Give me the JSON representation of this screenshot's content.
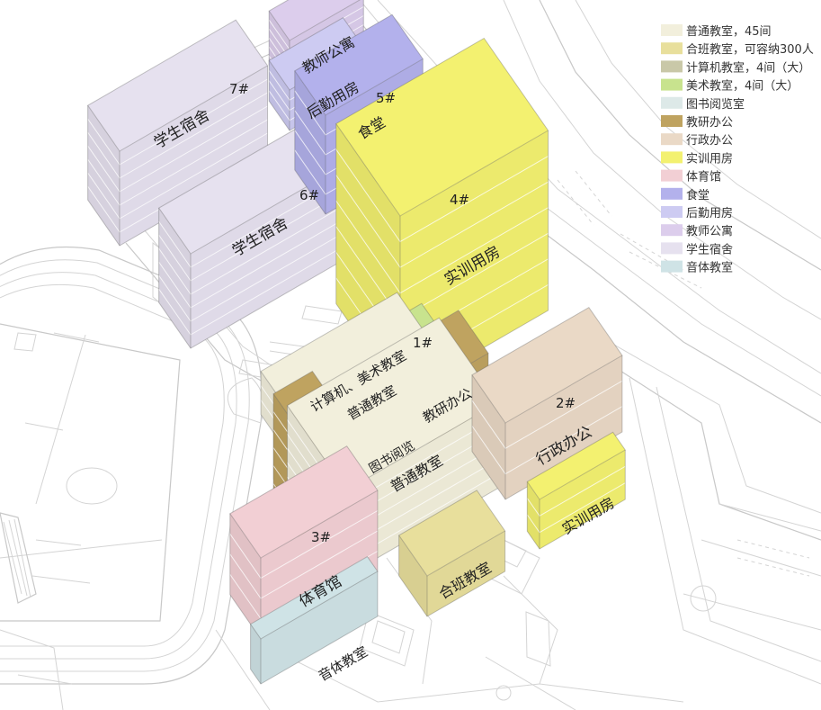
{
  "buildings": {
    "b7": {
      "number": "7#",
      "label": "学生宿舍"
    },
    "b6": {
      "number": "6#",
      "label": "学生宿舍"
    },
    "b5": {
      "number": "5#",
      "label_teacher": "教师公寓",
      "label_logistics": "后勤用房",
      "label_canteen": "食堂"
    },
    "b4": {
      "number": "4#",
      "label": "实训用房"
    },
    "b1": {
      "number": "1#",
      "label_lab": "计算机、美术教室",
      "label_classroom_top": "普通教室",
      "label_research": "教研办公",
      "label_library": "图书阅览",
      "label_classroom_main": "普通教室"
    },
    "b2": {
      "number": "2#",
      "label_admin": "行政办公",
      "label_training": "实训用房"
    },
    "b3": {
      "number": "3#",
      "label_gym": "体育馆",
      "label_music": "音体教室"
    },
    "hall": {
      "label": "合班教室"
    }
  },
  "legend": [
    {
      "label": "普通教室，45间",
      "color": "#f2efdc"
    },
    {
      "label": "合班教室，可容纳300人",
      "color": "#e8df9c"
    },
    {
      "label": "计算机教室，4间（大）",
      "color": "#c9c8a8"
    },
    {
      "label": "美术教室，4间（大）",
      "color": "#c8e38e"
    },
    {
      "label": "图书阅览室",
      "color": "#dde9e8"
    },
    {
      "label": "教研办公",
      "color": "#bfa360"
    },
    {
      "label": "行政办公",
      "color": "#ead9c6"
    },
    {
      "label": "实训用房",
      "color": "#f3f170"
    },
    {
      "label": "体育馆",
      "color": "#f2cfd4"
    },
    {
      "label": "食堂",
      "color": "#b3b1ec"
    },
    {
      "label": "后勤用房",
      "color": "#cdcbf2"
    },
    {
      "label": "教师公寓",
      "color": "#dccdec"
    },
    {
      "label": "学生宿舍",
      "color": "#e6e1ef"
    },
    {
      "label": "音体教室",
      "color": "#cfe3e6"
    }
  ]
}
